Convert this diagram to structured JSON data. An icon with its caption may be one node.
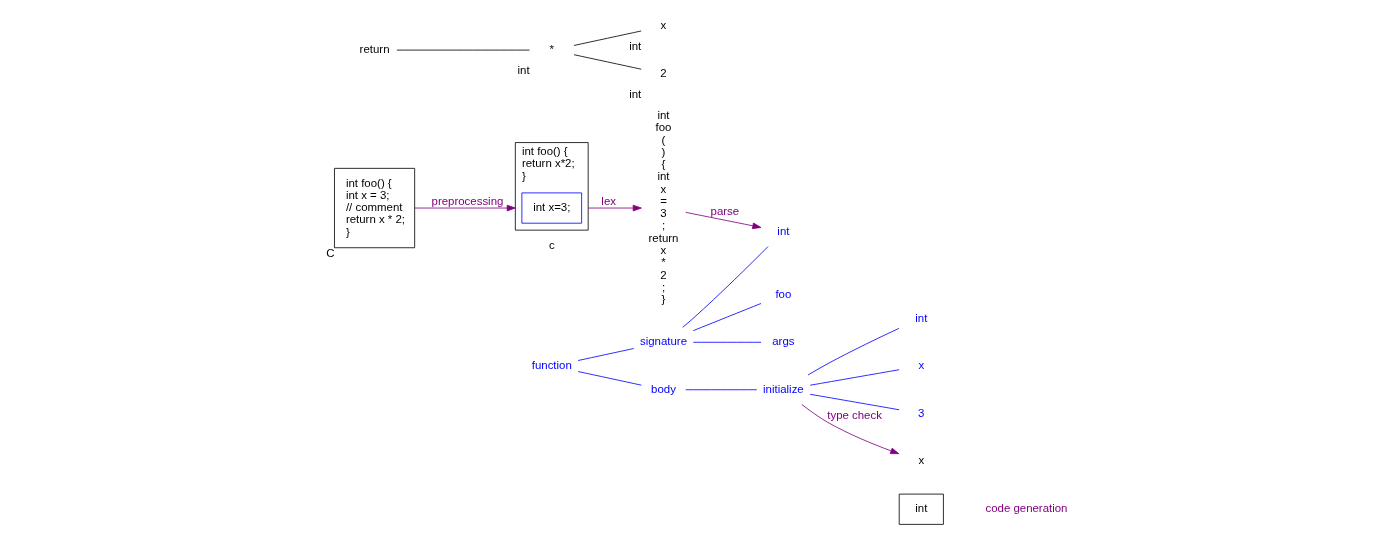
{
  "diagram": {
    "nodes": [
      {
        "text": [
          "int foo() {",
          "int x = 3;",
          "// comment",
          "return x * 2;",
          "}"
        ],
        "beside": [
          "C"
        ]
      },
      {
        "text": [
          "int foo() {",
          "return x*2;",
          "}"
        ],
        "beside": [
          "c"
        ]
      },
      {
        "text": [
          "int x=3;"
        ],
        "in": 1
      },
      {
        "text": [
          "int",
          "foo",
          "(",
          ")",
          "{",
          "int",
          "x",
          "=",
          "3",
          ";",
          "return",
          "x",
          "*",
          "2",
          ";",
          "}"
        ]
      },
      {
        "text": [
          "function"
        ]
      },
      {
        "text": [
          "signature"
        ]
      },
      {
        "text": [
          "body"
        ]
      },
      {
        "text": [
          "int"
        ]
      },
      {
        "text": [
          "foo"
        ]
      },
      {
        "text": [
          "args"
        ]
      },
      {
        "text": [
          "initialize"
        ]
      },
      {
        "text": [
          "int"
        ]
      },
      {
        "text": [
          "x"
        ]
      },
      {
        "text": [
          "3"
        ]
      },
      {
        "text": [
          "x"
        ]
      },
      {
        "text": [
          "int"
        ]
      },
      {
        "text": [
          "return"
        ]
      },
      {
        "text": [
          "*"
        ],
        "beside": [
          "int"
        ]
      },
      {
        "text": [
          "x"
        ],
        "beside": [
          "int"
        ]
      },
      {
        "text": [
          "2"
        ],
        "beside": [
          "int"
        ]
      }
    ],
    "edges": [
      {
        "from": 0,
        "to": 1,
        "arrow": "to",
        "label": "preprocessing",
        "color": "#800080"
      },
      {
        "from": 1,
        "to": 3,
        "arrow": "to",
        "label": "lex",
        "color": "#800080"
      },
      {
        "from": 3,
        "to": 7,
        "arrow": "to",
        "label": "parse",
        "color": "#800080"
      },
      {
        "from": 4,
        "to": 5,
        "arrow": "none"
      },
      {
        "from": 4,
        "to": 6,
        "arrow": "none"
      },
      {
        "from": 5,
        "to": 7,
        "arrow": "none"
      },
      {
        "from": 5,
        "to": 8,
        "arrow": "none"
      },
      {
        "from": 5,
        "to": 9,
        "arrow": "none"
      },
      {
        "from": 6,
        "to": 10,
        "arrow": "none"
      },
      {
        "from": 10,
        "to": 11,
        "arrow": "none"
      },
      {
        "from": 10,
        "to": 12,
        "arrow": "none"
      },
      {
        "from": 10,
        "to": 13,
        "arrow": "none"
      },
      {
        "from": 10,
        "to": 14,
        "arrow": "to",
        "label": "type check",
        "color": "#800080"
      },
      {
        "from": 16,
        "to": 17,
        "arrow": "none",
        "color": "#000000"
      },
      {
        "from": 17,
        "to": 18,
        "arrow": "none",
        "color": "#000000"
      },
      {
        "from": 17,
        "to": 19,
        "arrow": "none",
        "color": "#000000"
      }
    ],
    "labels": [
      "code generation"
    ]
  }
}
